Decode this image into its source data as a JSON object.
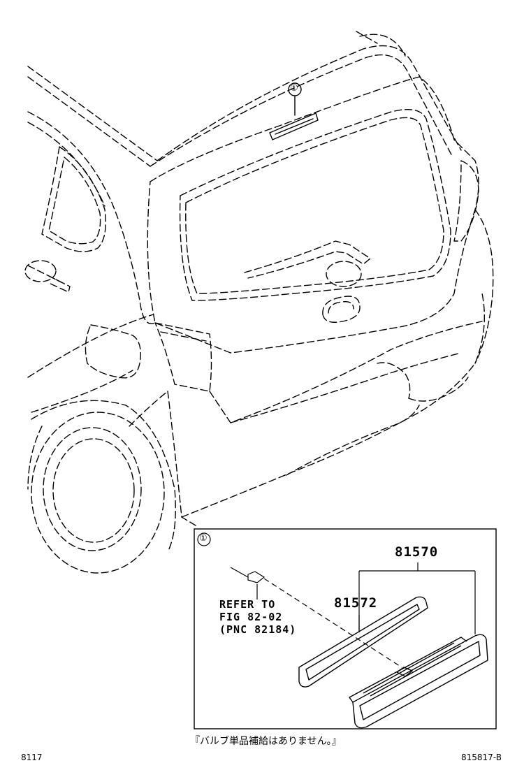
{
  "callout_marker": "①",
  "inset_marker": "①",
  "parts": {
    "assembly_number": "81570",
    "lens_number": "81572"
  },
  "reference_lines": [
    "REFER TO",
    "FIG 82-02",
    "(PNC 82184)"
  ],
  "note": "『バルブ単品補給はありません。』",
  "footer": {
    "left_code": "8117",
    "right_code": "815817-B"
  }
}
